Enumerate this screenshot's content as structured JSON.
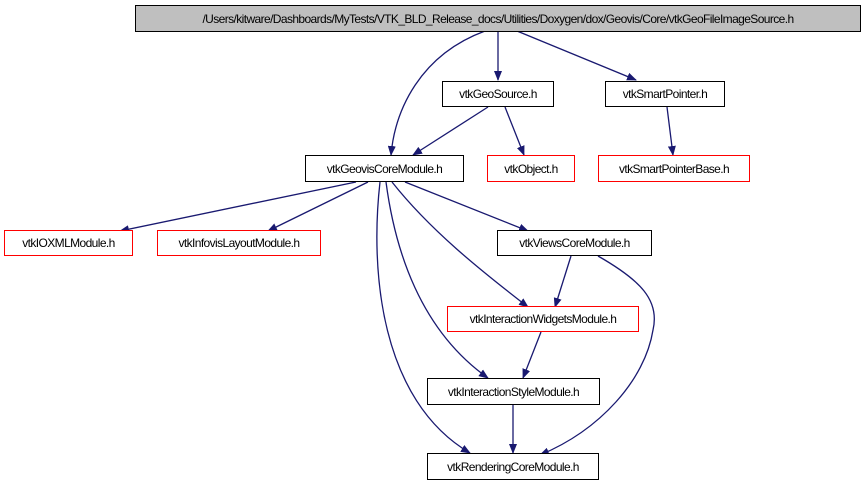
{
  "colors": {
    "edge": "#191970",
    "ext_border": "#ff0000",
    "root_fill": "#bfbfbf"
  },
  "nodes": {
    "root": {
      "label": "/Users/kitware/Dashboards/MyTests/VTK_BLD_Release_docs/Utilities/Doxygen/dox/Geovis/Core/vtkGeoFileImageSource.h"
    },
    "geosource": {
      "label": "vtkGeoSource.h"
    },
    "smartpointer": {
      "label": "vtkSmartPointer.h"
    },
    "geoviscore": {
      "label": "vtkGeovisCoreModule.h"
    },
    "object": {
      "label": "vtkObject.h"
    },
    "smartpointerbase": {
      "label": "vtkSmartPointerBase.h"
    },
    "ioxml": {
      "label": "vtkIOXMLModule.h"
    },
    "infovislayout": {
      "label": "vtkInfovisLayoutModule.h"
    },
    "viewscore": {
      "label": "vtkViewsCoreModule.h"
    },
    "interactionwidgets": {
      "label": "vtkInteractionWidgetsModule.h"
    },
    "interactionstyle": {
      "label": "vtkInteractionStyleModule.h"
    },
    "renderingcore": {
      "label": "vtkRenderingCoreModule.h"
    }
  }
}
